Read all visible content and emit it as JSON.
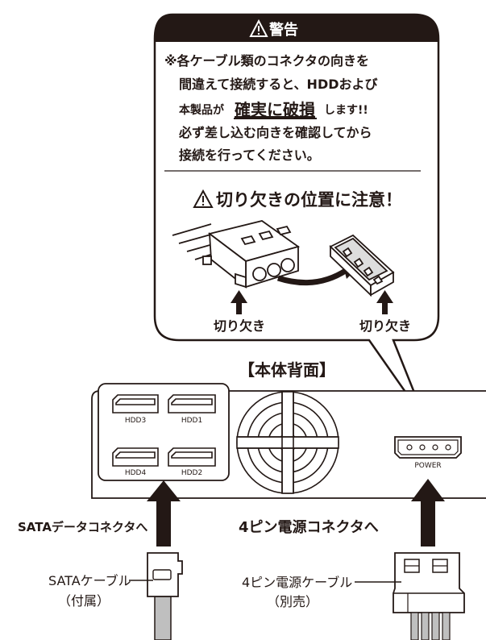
{
  "warning": {
    "header": "警告",
    "lines": [
      "※各ケーブル類のコネクタの向きを",
      "間違えて接続すると、HDDおよび",
      "本製品が",
      "確実に破損",
      "します!!",
      "必ず差し込む向きを確認してから",
      "接続を行ってください。"
    ],
    "notch_title": "切り欠きの位置に注意！",
    "notch_label_left": "切り欠き",
    "notch_label_right": "切り欠き"
  },
  "rear_title": "【本体背面】",
  "ports": {
    "hdd3": "HDD3",
    "hdd1": "HDD1",
    "hdd4": "HDD4",
    "hdd2": "HDD2",
    "power": "POWER"
  },
  "sata_label": "SATAデータコネクタへ",
  "power_label": "4ピン電源コネクタへ",
  "sata_cable": {
    "name": "SATAケーブル",
    "note": "（付属）"
  },
  "power_cable": {
    "name": "4ピン電源ケーブル",
    "note": "（別売）"
  },
  "colors": {
    "ink": "#231815",
    "header_bg": "#231815",
    "cable": "#bfbfbf"
  }
}
